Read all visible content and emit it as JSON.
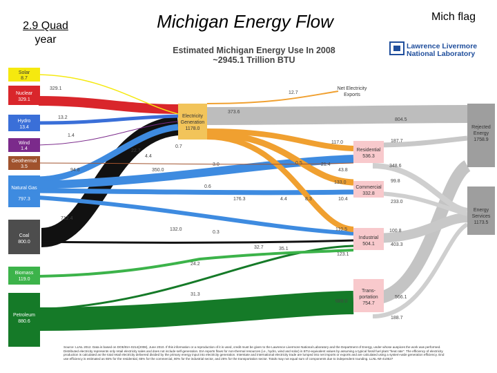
{
  "slide": {
    "quad_line1": "2.9 Quad",
    "quad_line2": "year",
    "title": "Michigan Energy Flow",
    "flag_label": "Mich flag"
  },
  "chart": {
    "title_line1": "Estimated Michigan Energy Use In 2008",
    "title_line2": "~2945.1 Trillion BTU",
    "logo_line1": "Lawrence Livermore",
    "logo_line2": "National Laboratory",
    "net_exports_line1": "Net Electricity",
    "net_exports_line2": "Exports",
    "sources": [
      {
        "name": "Solar",
        "value": "8.7",
        "color": "#f5e90f"
      },
      {
        "name": "Nuclear",
        "value": "329.1",
        "color": "#d9262b"
      },
      {
        "name": "Hydro",
        "value": "13.4",
        "color": "#3a6fd8"
      },
      {
        "name": "Wind",
        "value": "1.4",
        "color": "#7b2a8b"
      },
      {
        "name": "Geothermal",
        "value": "3.5",
        "color": "#a0522d"
      },
      {
        "name": "Natural Gas",
        "value": "797.3",
        "color": "#3e8be0"
      },
      {
        "name": "Coal",
        "value": "800.0",
        "color": "#4d4d4d"
      },
      {
        "name": "Biomass",
        "value": "119.0",
        "color": "#3cb34a"
      },
      {
        "name": "Petroleum",
        "value": "880.6",
        "color": "#157a28"
      }
    ],
    "electricity": {
      "name_line1": "Electricity",
      "name_line2": "Generation",
      "value": "1178.0"
    },
    "sectors": [
      {
        "name": "Residential",
        "value": "536.3"
      },
      {
        "name": "Commercial",
        "value": "332.8"
      },
      {
        "name": "Industrial",
        "value": "504.1"
      },
      {
        "name_line1": "Trans-",
        "name_line2": "portation",
        "value": "754.7"
      }
    ],
    "rejected": {
      "name_line1": "Rejected",
      "name_line2": "Energy",
      "value": "1758.9"
    },
    "services": {
      "name_line1": "Energy",
      "name_line2": "Services",
      "value": "1173.5"
    },
    "flow_labels": [
      "329.1",
      "12.7",
      "373.6",
      "13.2",
      "1.4",
      "804.5",
      "0.7",
      "22.7",
      "4.4",
      "117.0",
      "187.7",
      "94.8",
      "350.0",
      "3.0",
      "0.5",
      "21.4",
      "348.6",
      "43.8",
      "0.6",
      "133.0",
      "99.8",
      "176.3",
      "4.4",
      "8.3",
      "10.4",
      "233.0",
      "712.4",
      "132.0",
      "0.3",
      "110.5",
      "100.8",
      "32.7",
      "35.1",
      "403.3",
      "123.1",
      "24.2",
      "31.3",
      "689.0",
      "566.1",
      "188.7"
    ],
    "footnote": "Source: LLNL 2012. Data is based on DOE/EIA-0214(2008), June 2010. If this information or a reproduction of it is used, credit must be given to the Lawrence Livermore National Laboratory and the Department of Energy, under whose auspices the work was performed. Distributed electricity represents only retail electricity sales and does not include self-generation. EIA reports flows for non-thermal resources (i.e., hydro, wind and solar) in BTU-equivalent values by assuming a typical fossil fuel plant \"heat rate\". The efficiency of electricity production is calculated as the total retail electricity delivered divided by the primary energy input into electricity generation. Interstate and international electricity trade are lumped into net imports or exports and are calculated using a system-wide generation efficiency. End use efficiency is estimated as 65% for the residential, 65% for the commercial, 80% for the industrial sector, and 25% for the transportation sector. Totals may not equal sum of components due to independent rounding. LLNL-MI-410527"
  }
}
